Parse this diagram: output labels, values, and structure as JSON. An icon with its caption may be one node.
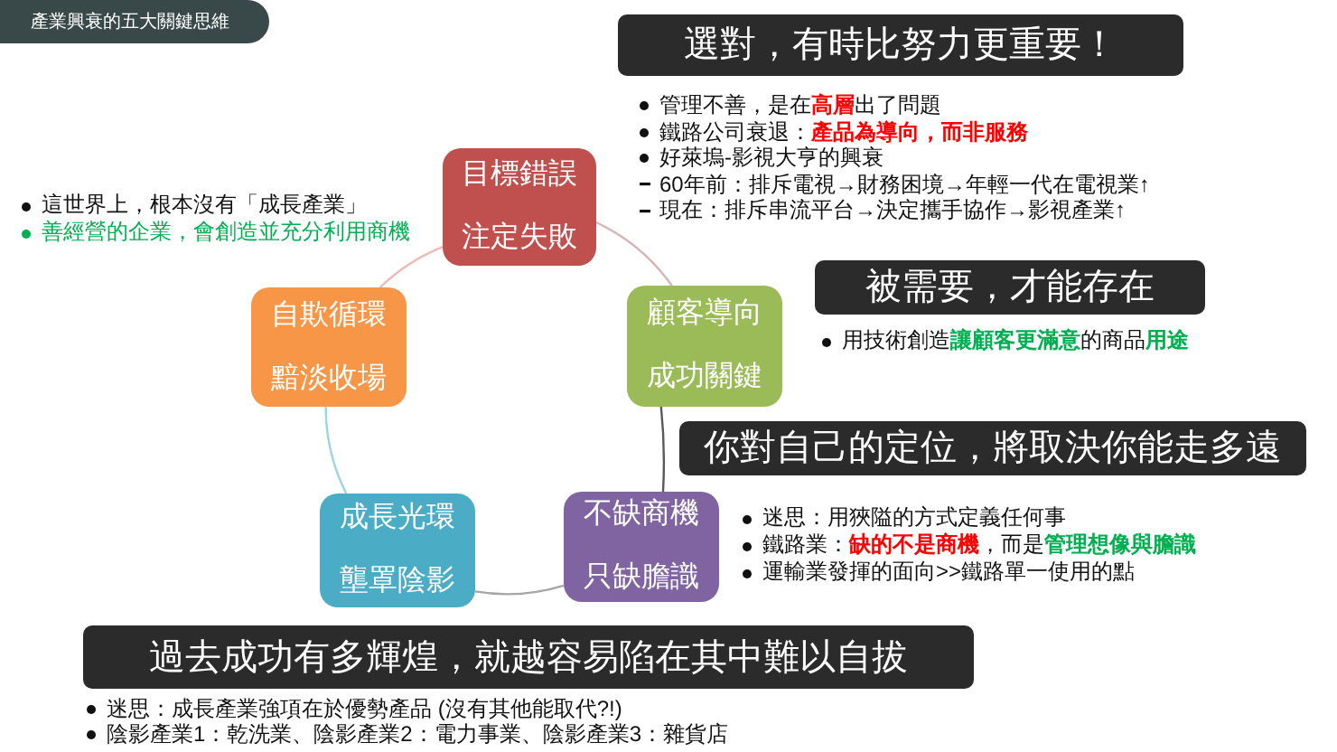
{
  "diagram": {
    "title": "產業興衰的五大關鍵思維",
    "nodes": [
      {
        "text": [
          "選對，有時比努力更重要！"
        ],
        "beside": [
          "管理不善，是在**高層**出了問題",
          "鐵路公司衰退：**產品為導向，而非服務**",
          "好萊塢-影視大亨的興衰",
          "60年前：排斥電視→財務困境→年輕一代在電視業↑",
          "現在：排斥串流平台→決定攜手協作→影視產業↑"
        ]
      },
      {
        "text": [
          "目標錯誤",
          "注定失敗"
        ]
      },
      {
        "text": [
          "被需要，才能存在"
        ],
        "beside": [
          "用技術創造**讓顧客更滿意**的商品**用途**"
        ]
      },
      {
        "text": [
          "顧客導向",
          "成功關鍵"
        ]
      },
      {
        "text": [
          "自欺循環",
          "黯淡收場"
        ]
      },
      {
        "text": [
          "你對自己的定位，將取決你能走多遠"
        ],
        "beside": [
          "迷思：用狹隘的方式定義任何事",
          "鐵路業：**缺的不是商機**，而是**管理想像與膽識**",
          "運輸業發揮的面向>>鐵路單一使用的點"
        ]
      },
      {
        "text": [
          "不缺商機",
          "只缺膽識"
        ]
      },
      {
        "text": [
          "成長光環",
          "壟罩陰影"
        ]
      },
      {
        "text": [
          "過去成功有多輝煌，就越容易陷在其中難以自拔"
        ],
        "beside": [
          "迷思：成長產業強項在於優勢產品 (沒有其他能取代?!)",
          "陰影產業1：乾洗業、陰影產業2：電力事業、陰影產業3：雜貨店"
        ]
      }
    ],
    "edges": [
      {
        "from": 1,
        "to": 3,
        "arrow": "none",
        "color": "#d8b4b4"
      },
      {
        "from": 3,
        "to": 6,
        "arrow": "none",
        "color": "#595959"
      },
      {
        "from": 6,
        "to": 7,
        "arrow": "none",
        "color": "#a6a6a6"
      },
      {
        "from": 7,
        "to": 4,
        "arrow": "none",
        "color": "#9dd3e2"
      },
      {
        "from": 4,
        "to": 1,
        "arrow": "none",
        "color": "#f2b8b6"
      }
    ],
    "labels": [
      "這世界上，根本沒有「成長產業」",
      "善經營的企業，會創造並充分利用商機"
    ]
  }
}
